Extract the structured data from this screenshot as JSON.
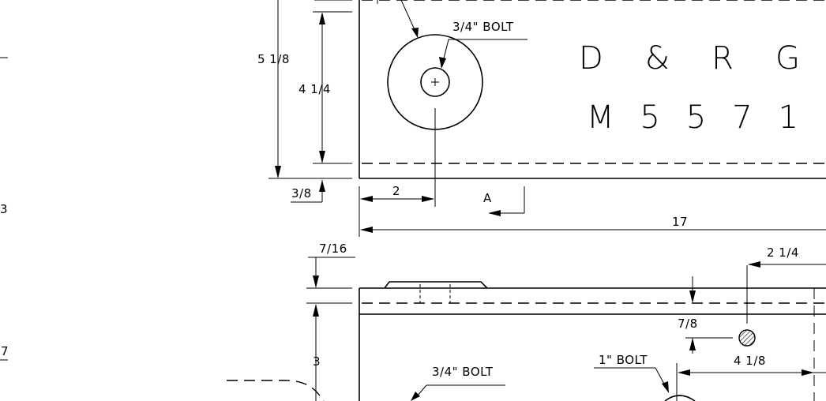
{
  "drawing": {
    "stencil": {
      "line1": "D & R G",
      "line2": "M 5 5 7 1"
    },
    "bolts": {
      "upper_bolt": "3/4\" BOLT",
      "lower_bolt": "3/4\" BOLT",
      "right_bolt": "1\" BOLT"
    },
    "dimensions": {
      "overall_height": "5 1/8",
      "inner_height": "4 1/4",
      "bottom_offset": "3/8",
      "hole_offset": "2",
      "overall_length": "17",
      "top_thickness": "7/16",
      "right_offset": "2 1/4",
      "pin_height": "7/8",
      "pin_spacing": "4 1/8",
      "lower_height": "3"
    },
    "section_label": "A",
    "edge_labels": {
      "label_a": "3",
      "label_b": "7"
    }
  },
  "colors": {
    "ink": "#000000",
    "paper": "#ffffff"
  }
}
